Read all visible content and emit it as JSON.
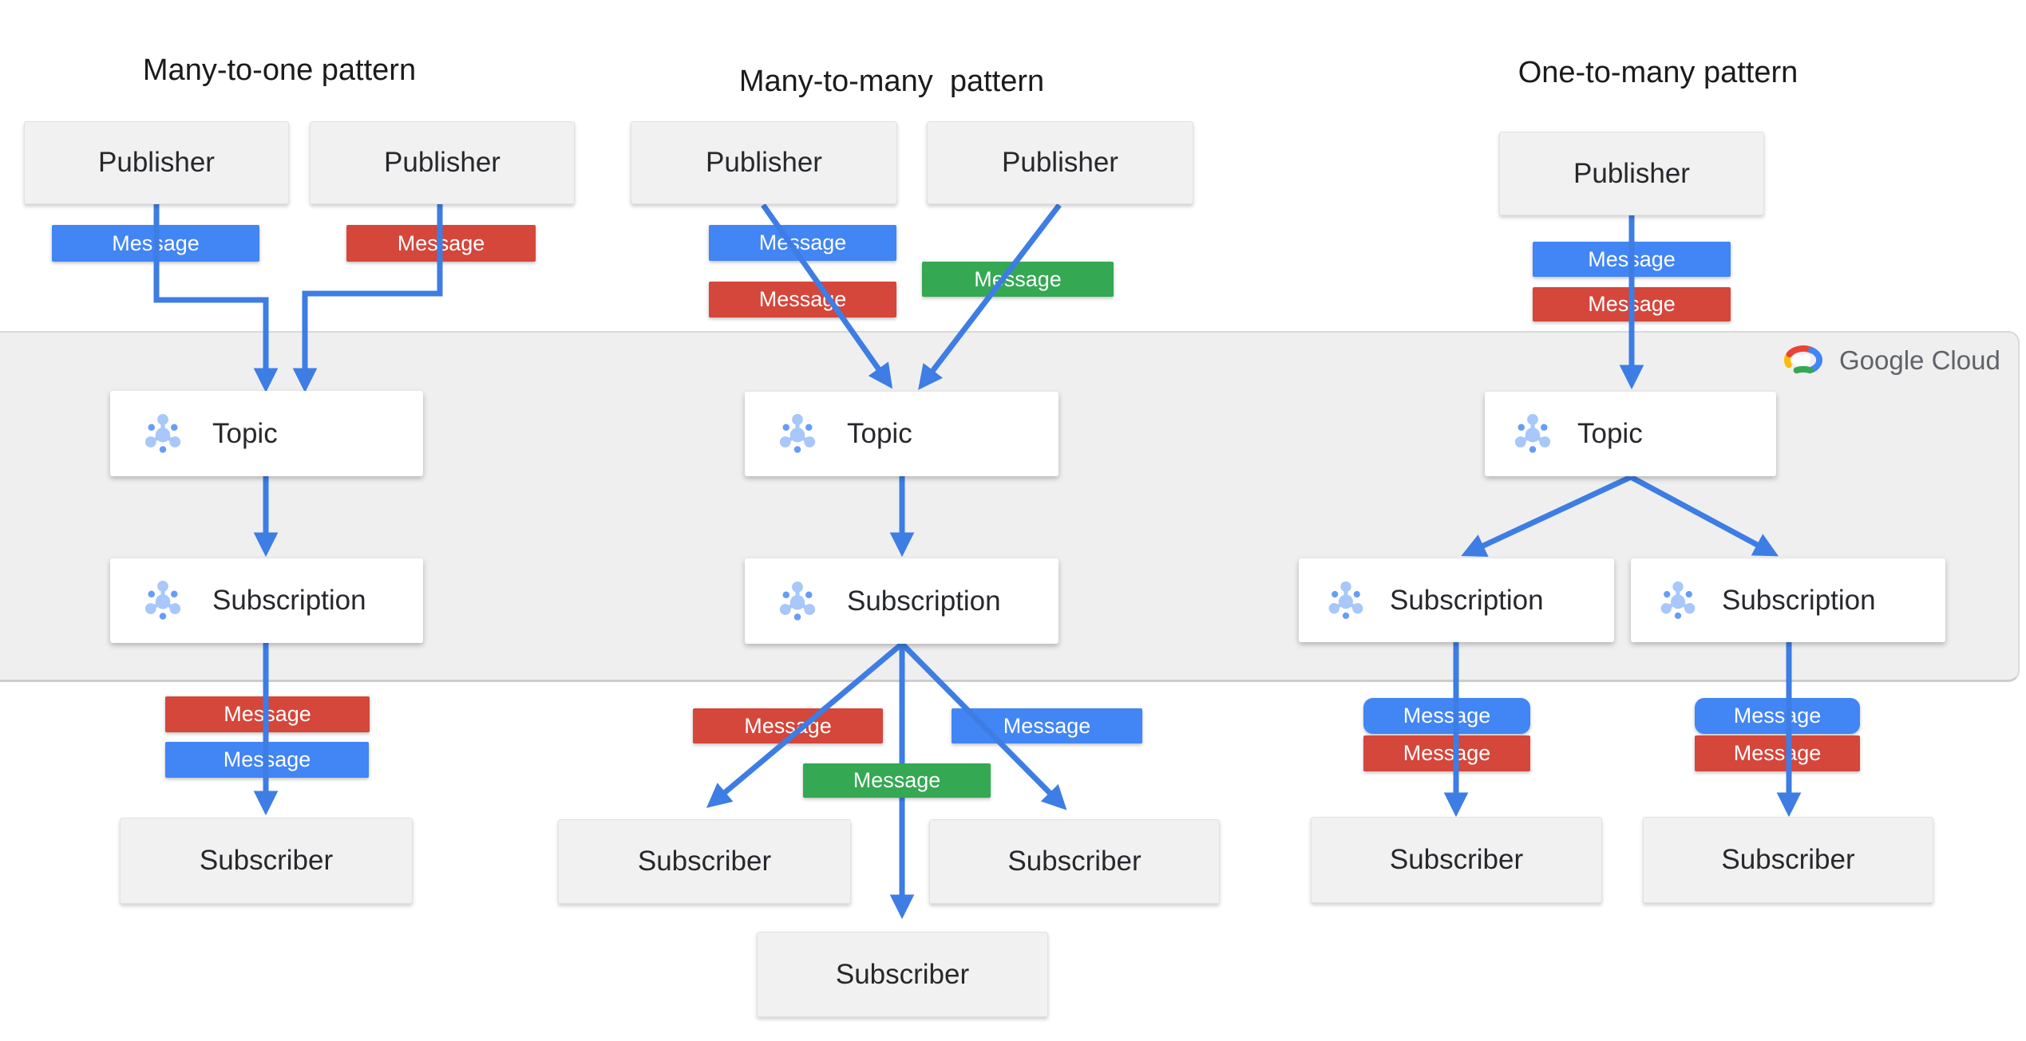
{
  "diagram": {
    "patterns": [
      {
        "title": "Many-to-one pattern"
      },
      {
        "title": "Many-to-many  pattern"
      },
      {
        "title": "One-to-many pattern"
      }
    ],
    "node_labels": {
      "publisher": "Publisher",
      "subscriber": "Subscriber",
      "topic": "Topic",
      "subscription": "Subscription"
    },
    "message_label": "Message",
    "brand": {
      "text": "Google Cloud"
    },
    "colors": {
      "message_blue": "#4285F4",
      "message_red": "#D5463B",
      "message_green": "#34A853",
      "arrow_blue": "#3D7DE4",
      "band_gray": "#EFEFEF",
      "brand_red": "#EA4335",
      "brand_yellow": "#FBBC05",
      "brand_green": "#34A853",
      "brand_blue": "#4285F4"
    },
    "icons": {
      "node": "pubsub-node-icon",
      "brand": "google-cloud-logo-icon"
    }
  }
}
